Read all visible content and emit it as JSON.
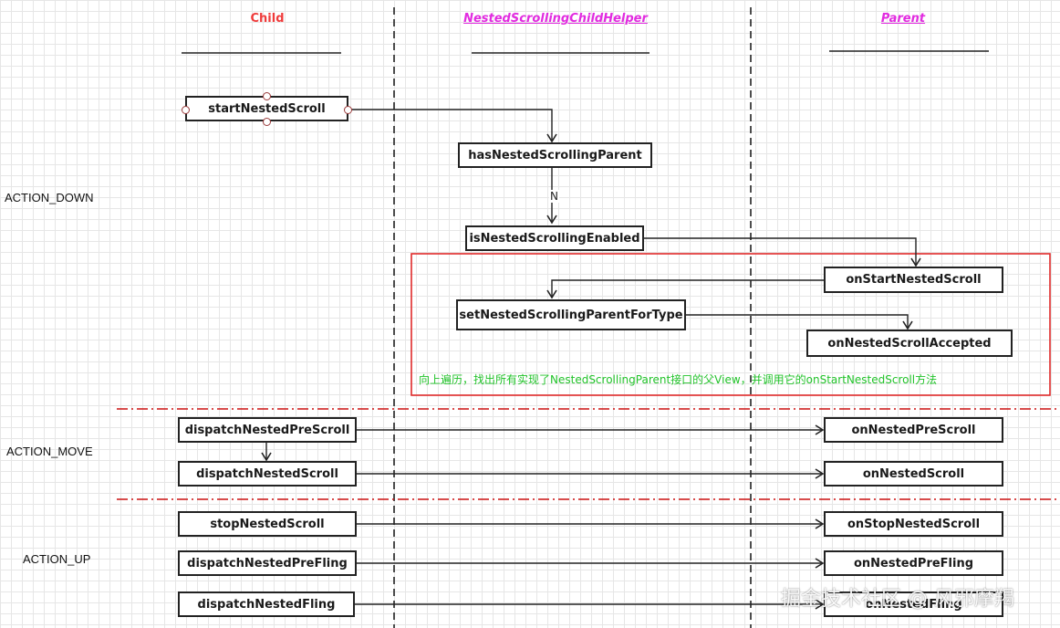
{
  "headers": {
    "child": "Child",
    "helper": "NestedScrollingChildHelper",
    "parent": "Parent"
  },
  "lanes": {
    "down": "ACTION_DOWN",
    "move": "ACTION_MOVE",
    "up": "ACTION_UP"
  },
  "nodes": {
    "startNestedScroll": "startNestedScroll",
    "hasNestedScrollingParent": "hasNestedScrollingParent",
    "isNestedScrollingEnabled": "isNestedScrollingEnabled",
    "onStartNestedScroll": "onStartNestedScroll",
    "setNestedScrollingParentForType": "setNestedScrollingParentForType",
    "onNestedScrollAccepted": "onNestedScrollAccepted",
    "dispatchNestedPreScroll": "dispatchNestedPreScroll",
    "onNestedPreScroll": "onNestedPreScroll",
    "dispatchNestedScroll": "dispatchNestedScroll",
    "onNestedScroll": "onNestedScroll",
    "stopNestedScroll": "stopNestedScroll",
    "onStopNestedScroll": "onStopNestedScroll",
    "dispatchNestedPreFling": "dispatchNestedPreFling",
    "onNestedPreFling": "onNestedPreFling",
    "dispatchNestedFling": "dispatchNestedFling",
    "onNestedFling": "onNestedFling"
  },
  "edge_label_n": "N",
  "note": "向上遍历，找出所有实现了NestedScrollingParent接口的父View，并调用它的onStartNestedScroll方法",
  "watermark": "掘金技术社区 @ 风邪摩羯",
  "colors": {
    "child_header": "#ef3b3b",
    "helper_header": "#e22be0",
    "parent_header": "#e22be0",
    "highlight_border": "#e02a2a",
    "note_text": "#22c32a",
    "separator": "#cc1111"
  }
}
